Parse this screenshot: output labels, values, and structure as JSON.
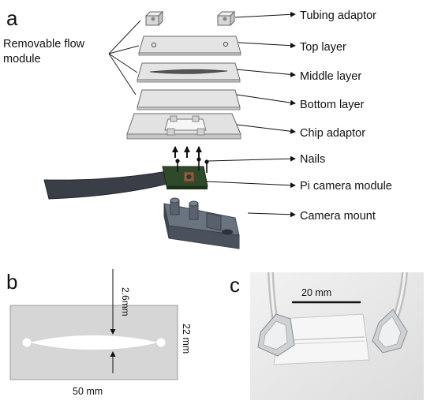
{
  "panels": {
    "a": {
      "letter": "a",
      "group_label_line1": "Removable flow",
      "group_label_line2": "module",
      "labels": [
        "Tubing adaptor",
        "Top layer",
        "Middle layer",
        "Bottom layer",
        "Chip adaptor",
        "Nails",
        "Pi camera module",
        "Camera mount"
      ]
    },
    "b": {
      "letter": "b",
      "dim_channel_width": "2.6mm",
      "dim_height": "22 mm",
      "dim_length": "50 mm"
    },
    "c": {
      "letter": "c",
      "scale_bar": "20 mm"
    }
  },
  "colors": {
    "plate_fill": "#e4e4e4",
    "plate_stroke": "#6a6a6a",
    "mount": "#545c68",
    "board": "#2f4a2a",
    "cable": "#3a3f47",
    "photo_bg": "#ececec"
  }
}
